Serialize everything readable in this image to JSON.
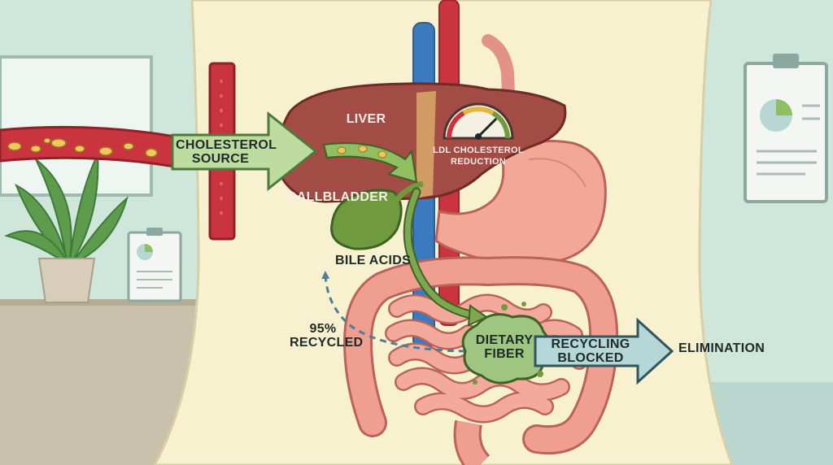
{
  "labels": {
    "cholesterol_source": "CHOLESTEROL\nSOURCE",
    "liver": "LIVER",
    "gallbladder": "GALLBLADDER",
    "gauge": "LDL CHOLESTEROL\nREDUCTION",
    "bile_acids": "BILE ACIDS",
    "recycled": "95%\nRECYCLED",
    "dietary_fiber": "DIETARY\nFIBER",
    "recycling_blocked": "RECYCLING\nBLOCKED",
    "elimination": "ELIMINATION"
  },
  "colors": {
    "background": "#cfe6da",
    "body": "#f8f1cf",
    "liver": "#a24c45",
    "gallbladder": "#6f9a3e",
    "bile_arrow": "#7ea84f",
    "fiber": "#9fc681",
    "intestine": "#ef9e8f",
    "stomach": "#f3a797",
    "artery": "#c9343e",
    "vein": "#3a7bbf",
    "blocked_arrow": "#b5d7d8",
    "source_arrow": "#bfdca0",
    "recycle_dashes": "#4f7d9b"
  },
  "gauge": {
    "level": 0.75
  }
}
